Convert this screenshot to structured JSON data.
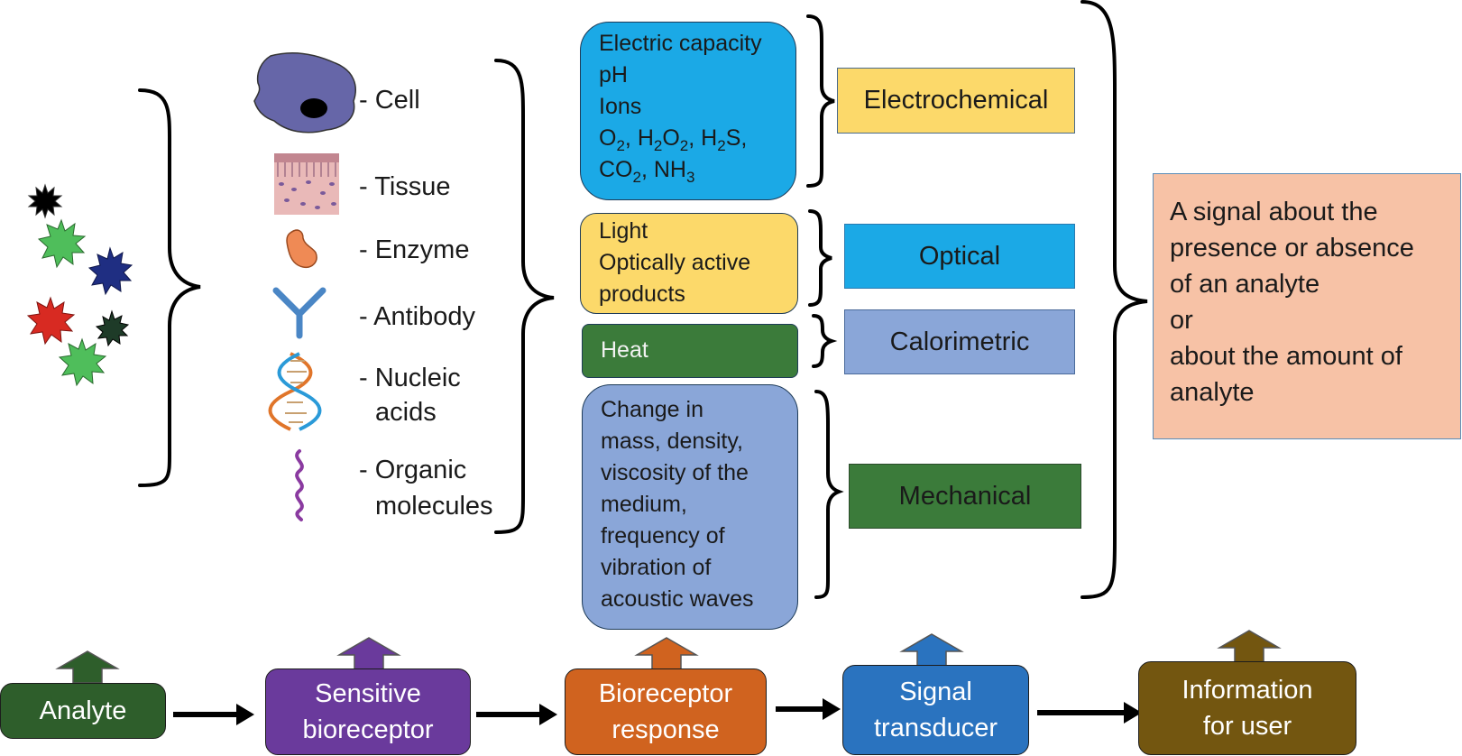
{
  "bioreceptors": [
    {
      "icon": "cell-icon",
      "label": "- Cell"
    },
    {
      "icon": "tissue-icon",
      "label": "- Tissue"
    },
    {
      "icon": "enzyme-icon",
      "label": "- Enzyme"
    },
    {
      "icon": "antibody-icon",
      "label": "- Antibody"
    },
    {
      "icon": "dna-icon",
      "label_lines": [
        "- Nucleic",
        "acids"
      ]
    },
    {
      "icon": "organic-molecule-icon",
      "label_lines": [
        "- Organic",
        "molecules"
      ]
    }
  ],
  "responses": {
    "electrochemical": {
      "lines": [
        "Electric capacity",
        "pH",
        "Ions"
      ],
      "formula_line_1": [
        {
          "t": "O"
        },
        {
          "sub": "2"
        },
        {
          "t": ", H"
        },
        {
          "sub": "2"
        },
        {
          "t": "O"
        },
        {
          "sub": "2"
        },
        {
          "t": ", H"
        },
        {
          "sub": "2"
        },
        {
          "t": "S,"
        }
      ],
      "formula_line_2": [
        {
          "t": "CO"
        },
        {
          "sub": "2"
        },
        {
          "t": ", NH"
        },
        {
          "sub": "3"
        }
      ]
    },
    "optical": {
      "lines": [
        "Light",
        "Optically active",
        "products"
      ]
    },
    "calorimetric": {
      "lines": [
        "Heat"
      ]
    },
    "mechanical": {
      "lines": [
        "Change in",
        "mass, density,",
        "viscosity of the",
        "medium,",
        "frequency of",
        "vibration of",
        "acoustic waves"
      ]
    }
  },
  "transducers": {
    "electrochemical": "Electrochemical",
    "optical": "Optical",
    "calorimetric": "Calorimetric",
    "mechanical": "Mechanical"
  },
  "signal_text": [
    "A signal about the",
    "presence or absence",
    "of an analyte",
    "or",
    "about the amount of",
    "analyte"
  ],
  "flow": [
    {
      "lines": [
        "Analyte"
      ],
      "color": "#2e5e2b",
      "arrow_color": "#2e5e2b"
    },
    {
      "lines": [
        "Sensitive",
        "bioreceptor"
      ],
      "color": "#6a3a9c",
      "arrow_color": "#6a3a9c"
    },
    {
      "lines": [
        "Bioreceptor",
        "response"
      ],
      "color": "#d0631f",
      "arrow_color": "#d0631f"
    },
    {
      "lines": [
        "Signal",
        "transducer"
      ],
      "color": "#2a73bf",
      "arrow_color": "#2a73bf"
    },
    {
      "lines": [
        "Information",
        "for user"
      ],
      "color": "#735610",
      "arrow_color": "#735610"
    }
  ],
  "colors": {
    "blue_box": "#1ba9e6",
    "yellow_box": "#fcd96a",
    "green_box": "#3b7b3a",
    "lavender_box": "#8aa6d8",
    "signal_box": "#f7c2a6"
  }
}
